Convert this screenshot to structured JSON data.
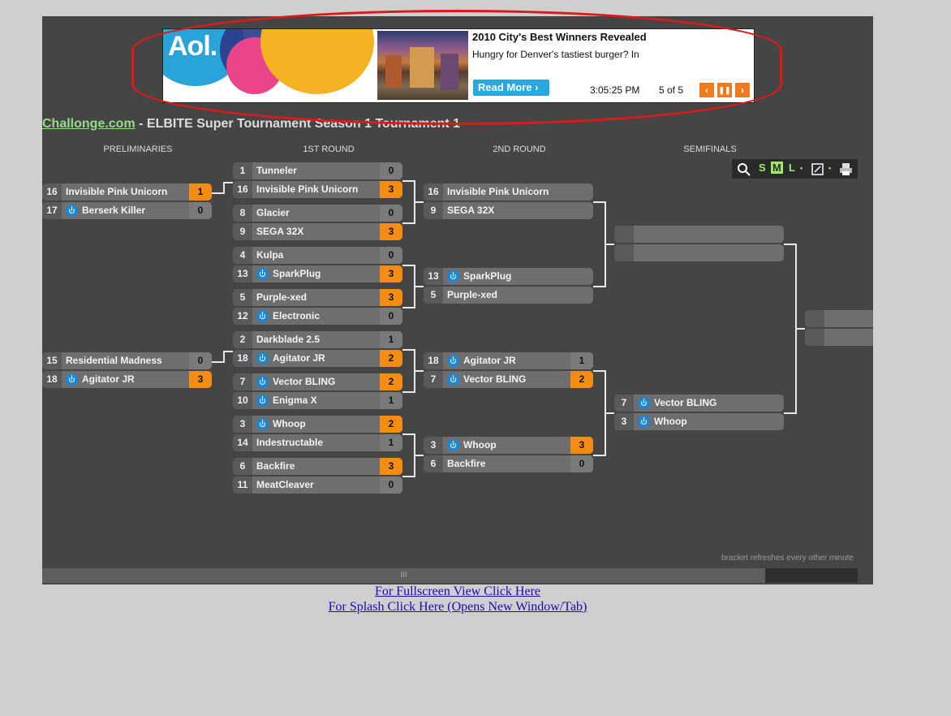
{
  "ad": {
    "logo": "Aol.",
    "headline": "2010 City's Best Winners Revealed",
    "subtext": "Hungry for Denver's tastiest burger? In",
    "read_more": "Read More ›",
    "time": "3:05:25 PM",
    "counter": "5 of 5",
    "prev": "‹",
    "pause": "❚❚",
    "next": "›"
  },
  "header": {
    "site_link": "Challonge.com",
    "tournament_title": " - ELBITE Super Tournament Season 1  Tournament 1"
  },
  "rounds": [
    "PRELIMINARIES",
    "1ST ROUND",
    "2ND ROUND",
    "SEMIFINALS"
  ],
  "toolbar": {
    "zoom_icon": "search-icon",
    "small": "S",
    "medium": "M",
    "large": "L",
    "dot": "•",
    "fullscreen_icon": "expand-icon",
    "print_icon": "printer-icon"
  },
  "prelims": [
    {
      "p1": {
        "seed": "16",
        "name": "Invisible Pink Unicorn",
        "score": "1",
        "win": true,
        "icon": false
      },
      "p2": {
        "seed": "17",
        "name": "Berserk Killer",
        "score": "0",
        "win": false,
        "icon": true
      }
    },
    {
      "p1": {
        "seed": "15",
        "name": "Residential Madness",
        "score": "0",
        "win": false,
        "icon": false
      },
      "p2": {
        "seed": "18",
        "name": "Agitator JR",
        "score": "3",
        "win": true,
        "icon": true
      }
    }
  ],
  "round1": [
    {
      "p1": {
        "seed": "1",
        "name": "Tunneler",
        "score": "0",
        "win": false,
        "icon": false
      },
      "p2": {
        "seed": "16",
        "name": "Invisible Pink Unicorn",
        "score": "3",
        "win": true,
        "icon": false
      }
    },
    {
      "p1": {
        "seed": "8",
        "name": "Glacier",
        "score": "0",
        "win": false,
        "icon": false
      },
      "p2": {
        "seed": "9",
        "name": "SEGA 32X",
        "score": "3",
        "win": true,
        "icon": false
      }
    },
    {
      "p1": {
        "seed": "4",
        "name": "Kulpa",
        "score": "0",
        "win": false,
        "icon": false
      },
      "p2": {
        "seed": "13",
        "name": "SparkPlug",
        "score": "3",
        "win": true,
        "icon": true
      }
    },
    {
      "p1": {
        "seed": "5",
        "name": "Purple-xed",
        "score": "3",
        "win": true,
        "icon": false
      },
      "p2": {
        "seed": "12",
        "name": "Electronic",
        "score": "0",
        "win": false,
        "icon": true
      }
    },
    {
      "p1": {
        "seed": "2",
        "name": "Darkblade 2.5",
        "score": "1",
        "win": false,
        "icon": false
      },
      "p2": {
        "seed": "18",
        "name": "Agitator JR",
        "score": "2",
        "win": true,
        "icon": true
      }
    },
    {
      "p1": {
        "seed": "7",
        "name": "Vector BLING",
        "score": "2",
        "win": true,
        "icon": true
      },
      "p2": {
        "seed": "10",
        "name": "Enigma X",
        "score": "1",
        "win": false,
        "icon": true
      }
    },
    {
      "p1": {
        "seed": "3",
        "name": "Whoop",
        "score": "2",
        "win": true,
        "icon": true
      },
      "p2": {
        "seed": "14",
        "name": "Indestructable",
        "score": "1",
        "win": false,
        "icon": false
      }
    },
    {
      "p1": {
        "seed": "6",
        "name": "Backfire",
        "score": "3",
        "win": true,
        "icon": false
      },
      "p2": {
        "seed": "11",
        "name": "MeatCleaver",
        "score": "0",
        "win": false,
        "icon": false
      }
    }
  ],
  "round2": [
    {
      "p1": {
        "seed": "16",
        "name": "Invisible Pink Unicorn",
        "score": "",
        "win": false,
        "icon": false
      },
      "p2": {
        "seed": "9",
        "name": "SEGA 32X",
        "score": "",
        "win": false,
        "icon": false
      }
    },
    {
      "p1": {
        "seed": "13",
        "name": "SparkPlug",
        "score": "",
        "win": false,
        "icon": true
      },
      "p2": {
        "seed": "5",
        "name": "Purple-xed",
        "score": "",
        "win": false,
        "icon": false
      }
    },
    {
      "p1": {
        "seed": "18",
        "name": "Agitator JR",
        "score": "1",
        "win": false,
        "icon": true
      },
      "p2": {
        "seed": "7",
        "name": "Vector BLING",
        "score": "2",
        "win": true,
        "icon": true
      }
    },
    {
      "p1": {
        "seed": "3",
        "name": "Whoop",
        "score": "3",
        "win": true,
        "icon": true
      },
      "p2": {
        "seed": "6",
        "name": "Backfire",
        "score": "0",
        "win": false,
        "icon": false
      }
    }
  ],
  "semis": [
    {
      "p1": {
        "seed": "7",
        "name": "Vector BLING",
        "score": "",
        "win": false,
        "icon": true
      },
      "p2": {
        "seed": "3",
        "name": "Whoop",
        "score": "",
        "win": false,
        "icon": true
      }
    }
  ],
  "refresh_note": "bracket refreshes every other minute",
  "scroll_grip": "III",
  "footer": {
    "fullscreen_link": "For Fullscreen View Click Here",
    "splash_link": "For Splash Click Here (Opens New Window/Tab)"
  }
}
